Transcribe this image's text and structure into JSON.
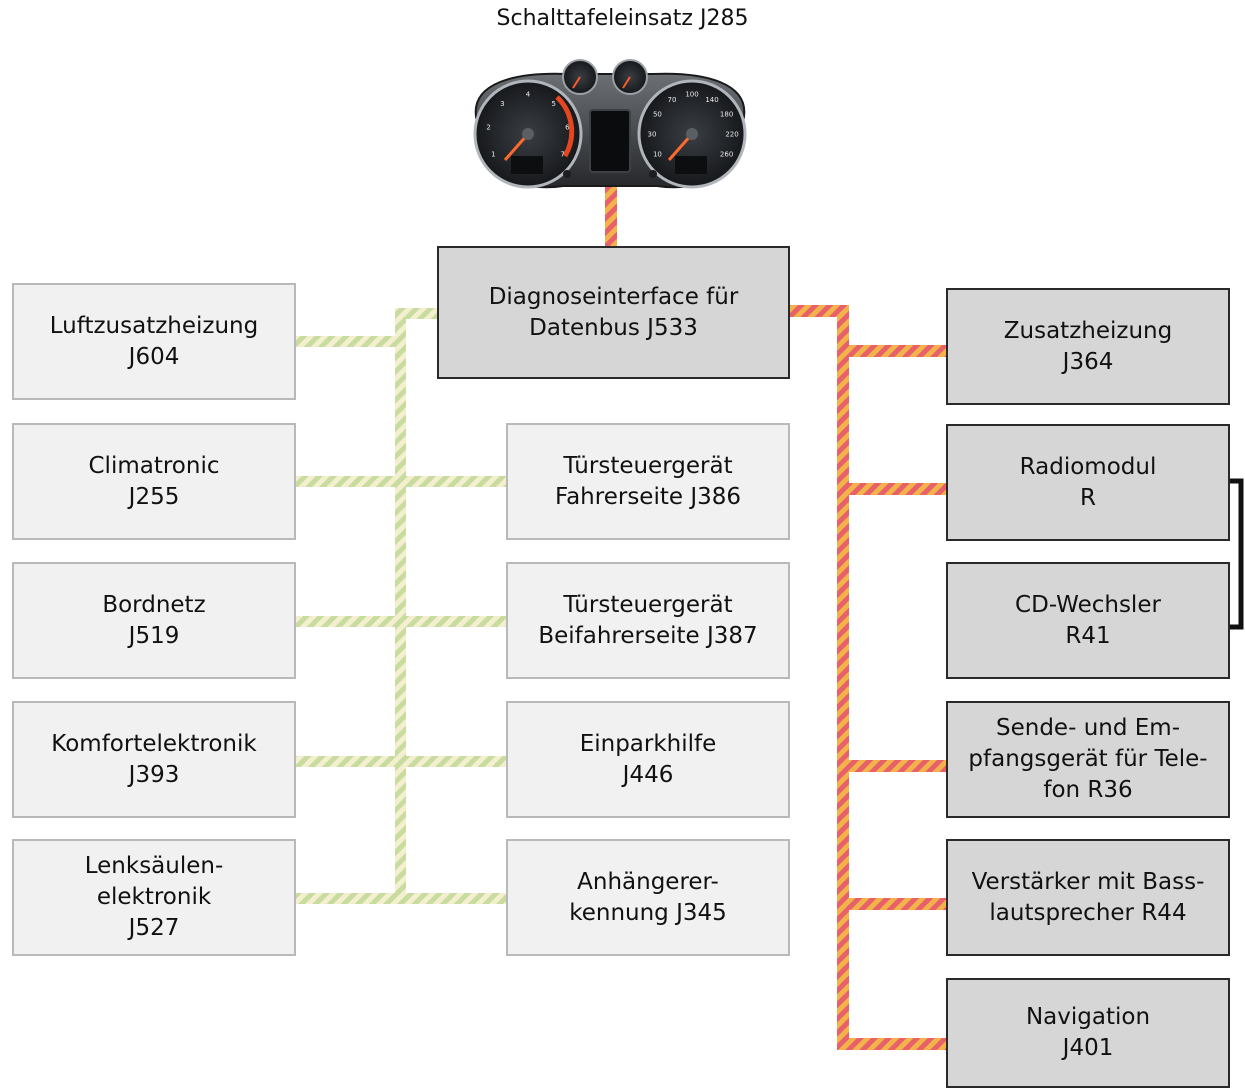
{
  "instrument_cluster": {
    "label": "Schalttafeleinsatz J285",
    "tacho_ticks": [
      "1",
      "2",
      "3",
      "4",
      "5",
      "6",
      "7"
    ],
    "speedo_ticks": [
      "10",
      "30",
      "50",
      "70",
      "100",
      "140",
      "180",
      "220",
      "260"
    ]
  },
  "gateway": {
    "line1": "Diagnoseinterface für",
    "line2": "Datenbus J533"
  },
  "left_column": [
    {
      "lines": [
        "Luftzusatzheizung",
        "J604"
      ]
    },
    {
      "lines": [
        "Climatronic",
        "J255"
      ]
    },
    {
      "lines": [
        "Bordnetz",
        "J519"
      ]
    },
    {
      "lines": [
        "Komfortelektronik",
        "J393"
      ]
    },
    {
      "lines": [
        "Lenksäulen-",
        "elektronik",
        "J527"
      ]
    }
  ],
  "middle_column": [
    {
      "lines": [
        "Türsteuergerät",
        "Fahrerseite J386"
      ]
    },
    {
      "lines": [
        "Türsteuergerät",
        "Beifahrerseite J387"
      ]
    },
    {
      "lines": [
        "Einparkhilfe",
        "J446"
      ]
    },
    {
      "lines": [
        "Anhängerer-",
        "kennung J345"
      ]
    }
  ],
  "right_column": [
    {
      "lines": [
        "Zusatzheizung",
        "J364"
      ]
    },
    {
      "lines": [
        "Radiomodul",
        "R"
      ]
    },
    {
      "lines": [
        "CD-Wechsler",
        "R41"
      ]
    },
    {
      "lines": [
        "Sende- und Em-",
        "pfangsgerät für Tele-",
        "fon R36"
      ]
    },
    {
      "lines": [
        "Verstärker mit Bass-",
        "lautsprecher R44"
      ]
    },
    {
      "lines": [
        "Navigation",
        "J401"
      ]
    }
  ],
  "colors": {
    "comfort_bus_a": "#c9dca0",
    "comfort_bus_b": "#f3efcf",
    "infotainment_bus_a": "#e8606a",
    "infotainment_bus_b": "#f2b44a",
    "light_box_fill": "#f1f1f1",
    "dark_box_fill": "#d6d6d6"
  }
}
